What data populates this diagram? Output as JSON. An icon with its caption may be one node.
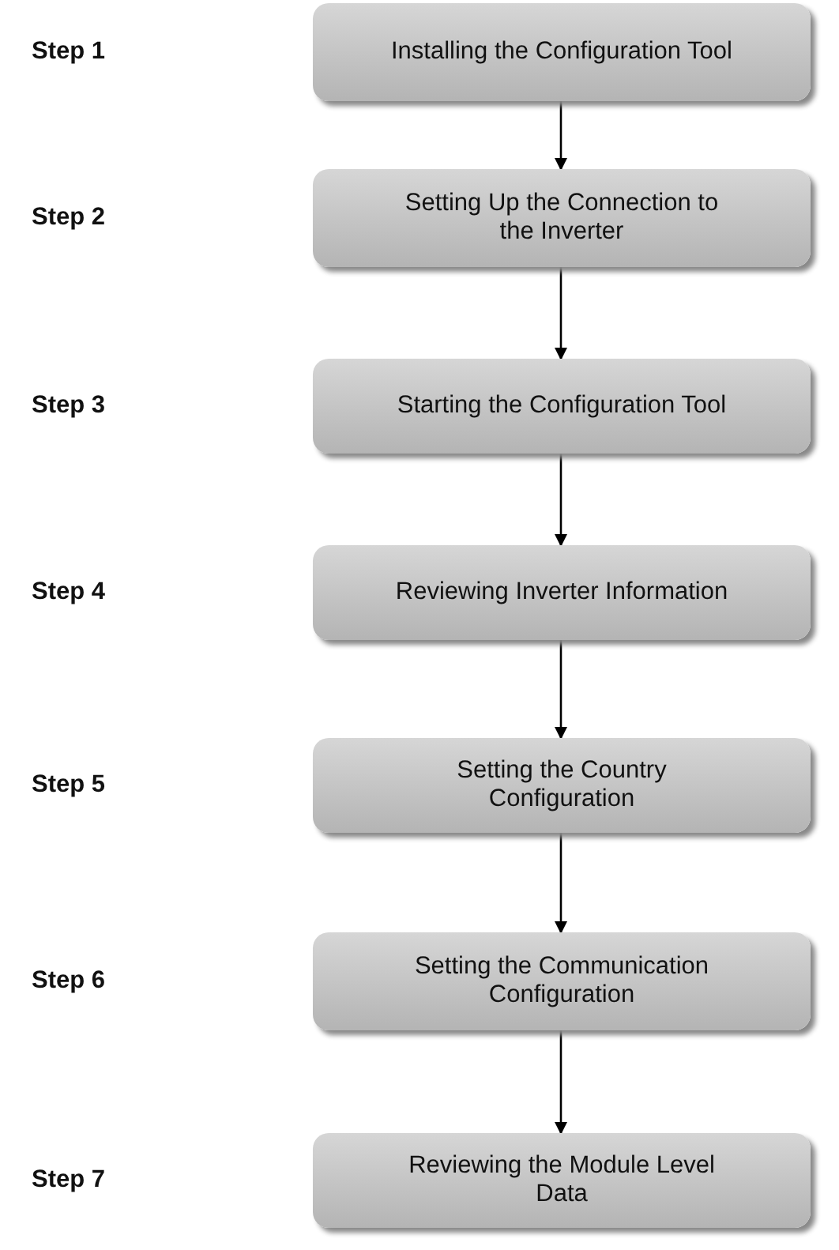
{
  "diagram": {
    "nodes": [
      {
        "text": [
          "Installing the Configuration Tool"
        ]
      },
      {
        "text": [
          "Setting Up the Connection to the Inverter"
        ]
      },
      {
        "text": [
          "Starting the Configuration Tool"
        ]
      },
      {
        "text": [
          "Reviewing Inverter Information"
        ]
      },
      {
        "text": [
          "Setting the Country Configuration"
        ]
      },
      {
        "text": [
          "Setting the Communication Configuration"
        ]
      },
      {
        "text": [
          "Reviewing the Module Level Data"
        ]
      }
    ],
    "edges": [
      {
        "from": 0,
        "to": 1,
        "arrow": "to"
      },
      {
        "from": 1,
        "to": 2,
        "arrow": "to"
      },
      {
        "from": 2,
        "to": 3,
        "arrow": "to"
      },
      {
        "from": 3,
        "to": 4,
        "arrow": "to"
      },
      {
        "from": 4,
        "to": 5,
        "arrow": "to"
      },
      {
        "from": 5,
        "to": 6,
        "arrow": "to"
      }
    ],
    "labels": [
      "Step 1",
      "Step 2",
      "Step 3",
      "Step 4",
      "Step 5",
      "Step 6",
      "Step 7"
    ]
  }
}
